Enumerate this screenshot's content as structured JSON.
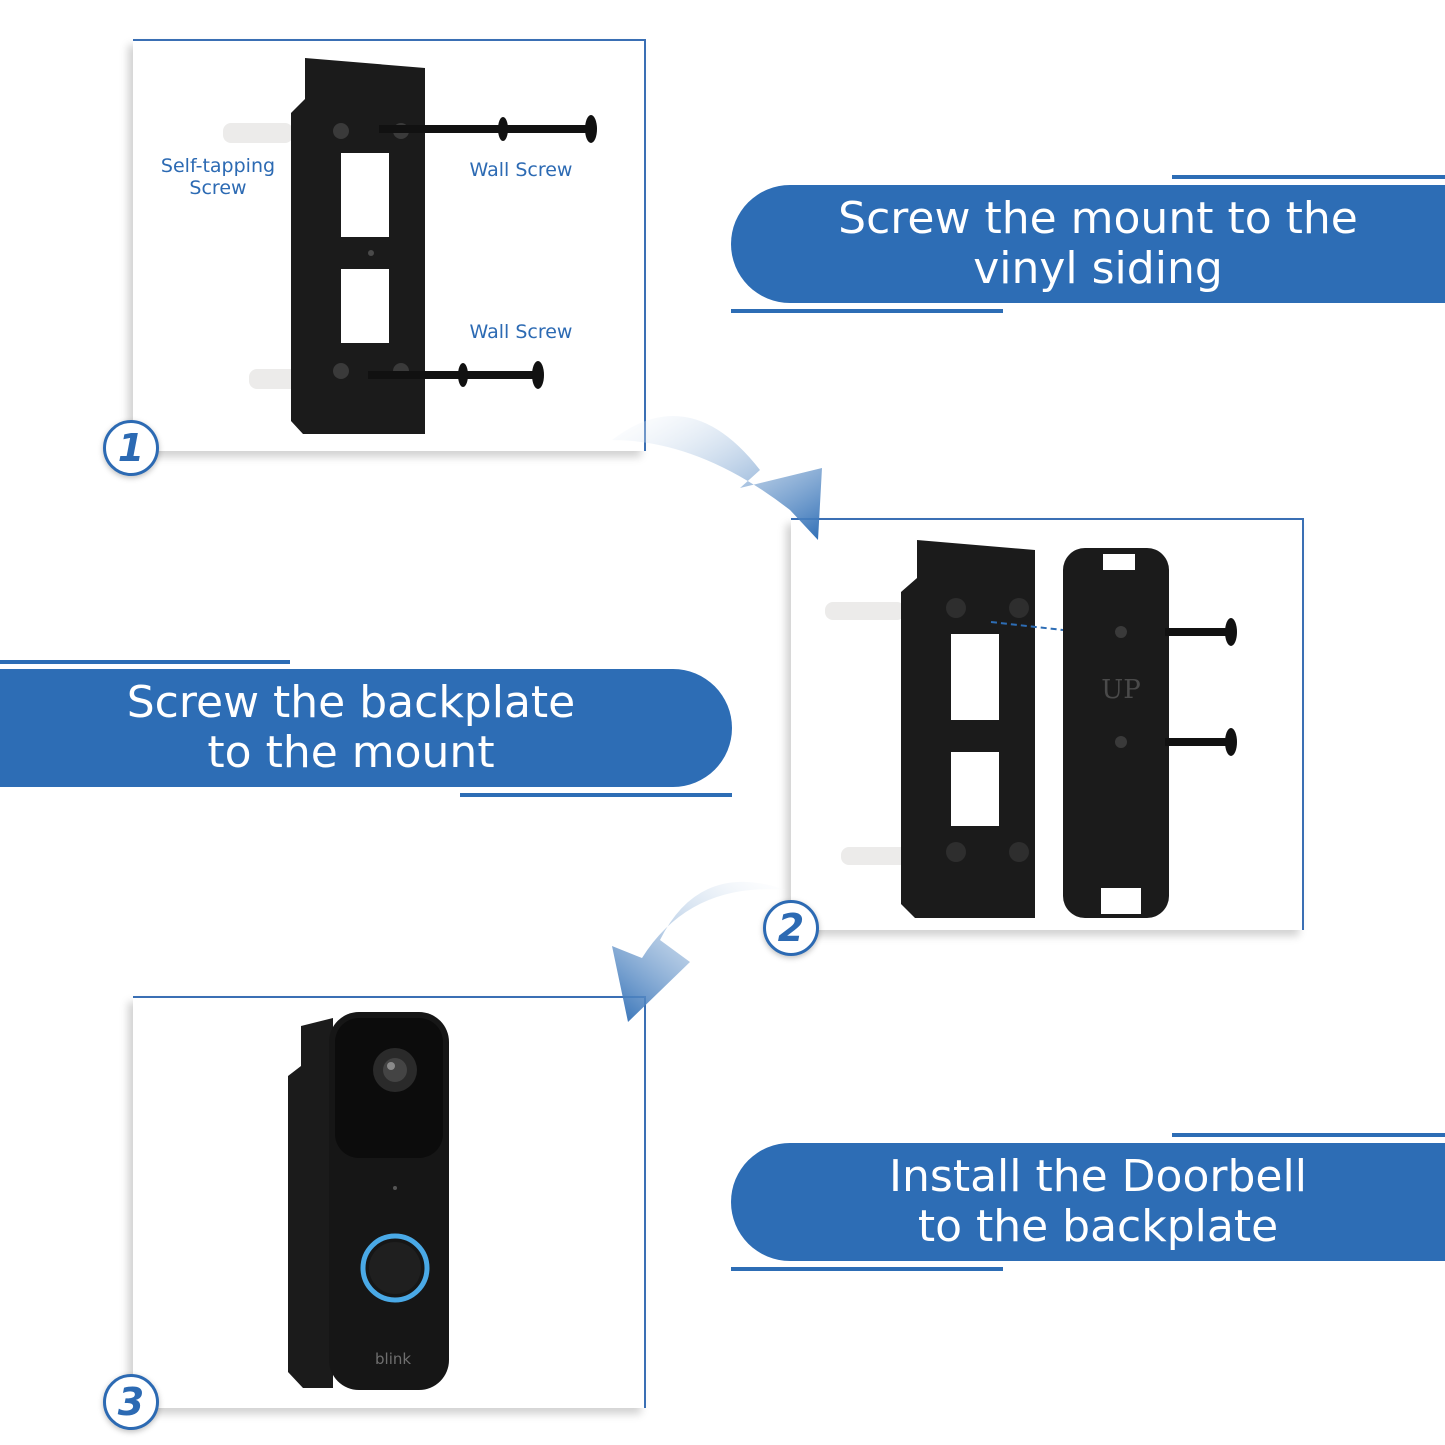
{
  "steps": [
    {
      "number": "1",
      "instruction_line1": "Screw the mount to the",
      "instruction_line2": "vinyl siding",
      "callouts": {
        "self_tapping": "Self-tapping\nScrew",
        "wall_screw_top": "Wall Screw",
        "wall_screw_bottom": "Wall Screw"
      }
    },
    {
      "number": "2",
      "instruction_line1": "Screw the backplate",
      "instruction_line2": "to the mount",
      "backplate_mark": "UP"
    },
    {
      "number": "3",
      "instruction_line1": "Install the Doorbell",
      "instruction_line2": "to the backplate",
      "brand_mark": "blink"
    }
  ],
  "colors": {
    "accent_blue": "#2d6db5",
    "panel_border": "#3a6fb4",
    "product_black": "#1b1b1b",
    "anchor_white": "#ecebea",
    "ring_light": "#4aa9e6"
  }
}
